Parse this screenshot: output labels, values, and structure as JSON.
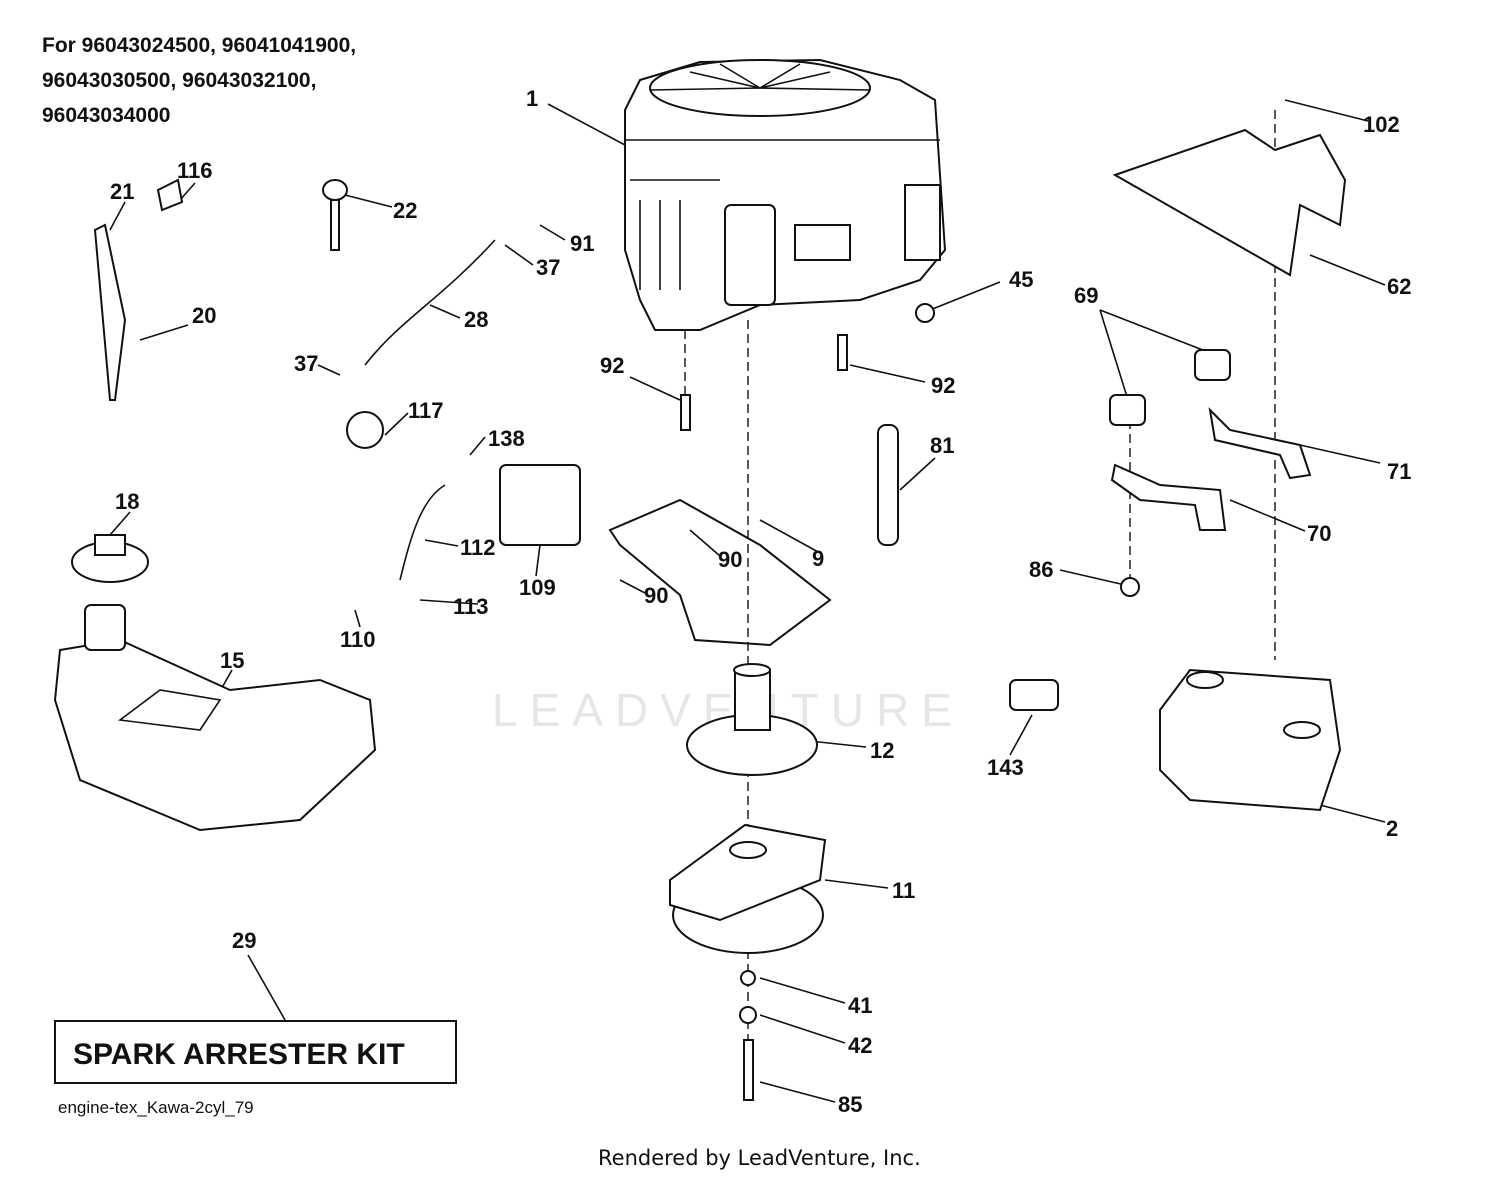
{
  "header": {
    "models_lines": [
      "For 96043024500, 96041041900,",
      "96043030500, 96043032100,",
      "96043034000"
    ]
  },
  "watermark": "LEADVENTURE",
  "kit_box": {
    "label": "SPARK ARRESTER KIT",
    "ref": "29"
  },
  "footer": {
    "diagram_code": "engine-tex_Kawa-2cyl_79",
    "credit": "Rendered by LeadVenture, Inc."
  },
  "callouts": {
    "c1": "1",
    "c2": "2",
    "c9": "9",
    "c11": "11",
    "c12": "12",
    "c15": "15",
    "c18": "18",
    "c20": "20",
    "c21": "21",
    "c22": "22",
    "c28": "28",
    "c37a": "37",
    "c37b": "37",
    "c41": "41",
    "c42": "42",
    "c45": "45",
    "c62": "62",
    "c69": "69",
    "c70": "70",
    "c71": "71",
    "c81": "81",
    "c85": "85",
    "c86": "86",
    "c90a": "90",
    "c90b": "90",
    "c91": "91",
    "c92a": "92",
    "c92b": "92",
    "c102": "102",
    "c109": "109",
    "c110": "110",
    "c112": "112",
    "c113": "113",
    "c116": "116",
    "c117": "117",
    "c138": "138",
    "c143": "143"
  }
}
